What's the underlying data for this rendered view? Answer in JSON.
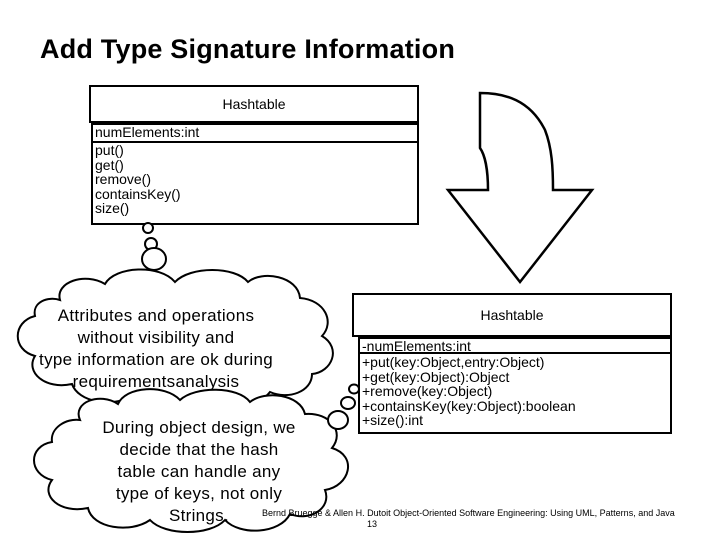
{
  "title": "Add Type Signature Information",
  "class_before": {
    "name": "Hashtable",
    "attributes": [
      "numElements:int"
    ],
    "operations": [
      "put()",
      "get()",
      "remove()",
      "containsKey()",
      "size()"
    ]
  },
  "class_after": {
    "name": "Hashtable",
    "attributes": [
      "-numElements:int"
    ],
    "operations": [
      "+put(key:Object,entry:Object)",
      "+get(key:Object):Object",
      "+remove(key:Object)",
      "+containsKey(key:Object):boolean",
      "+size():int"
    ]
  },
  "cloud_1": {
    "lines": [
      "Attributes and operations",
      "without  visibility and",
      "type information are ok during",
      "requirementsanalysis"
    ]
  },
  "cloud_2": {
    "lines": [
      "During object design, we",
      "decide that the hash",
      "table can handle any",
      "type of keys, not only",
      "Strings."
    ]
  },
  "footer": {
    "text": "Bernd Bruegge & Allen H. Dutoit Object-Oriented Software Engineering: Using UML, Patterns, and Java",
    "page": "13"
  },
  "colors": {
    "line": "#000000",
    "fill": "#ffffff"
  }
}
